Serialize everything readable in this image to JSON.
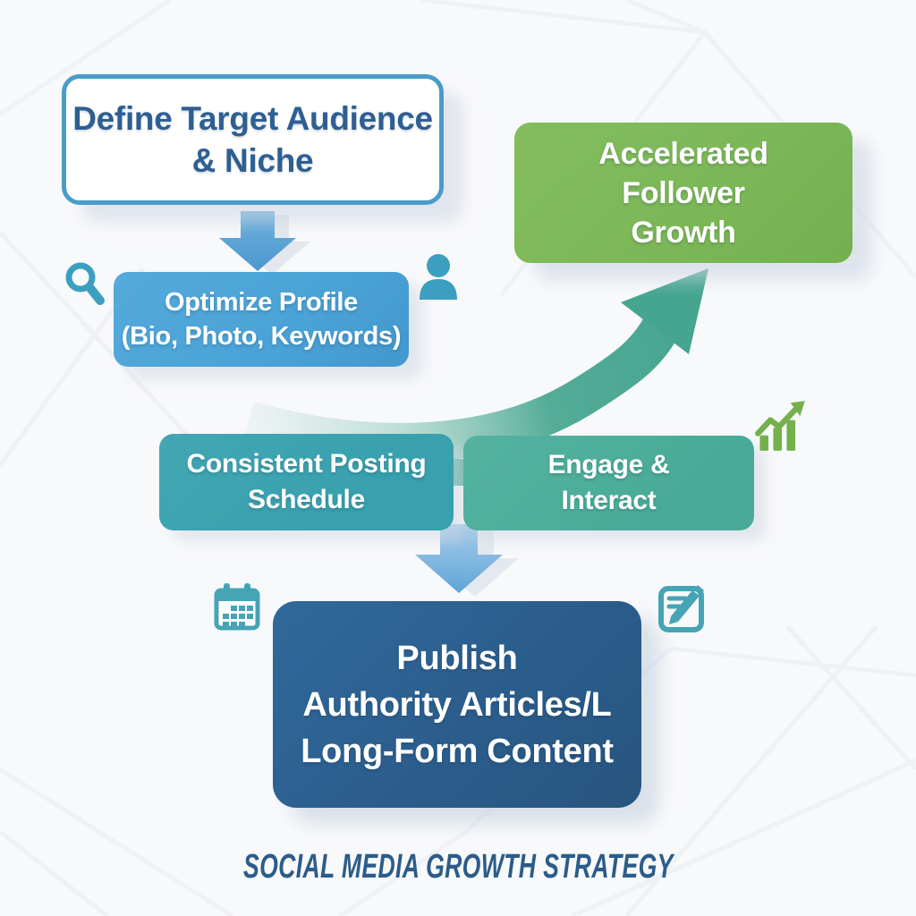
{
  "caption": "SOCIAL MEDIA GROWTH STRATEGY",
  "nodes": {
    "define": {
      "lines": [
        "Define Target Audience",
        "& Niche"
      ]
    },
    "optimize": {
      "lines": [
        "Optimize Profile",
        "(Bio, Photo, Keywords)"
      ]
    },
    "growth": {
      "lines": [
        "Accelerated",
        "Follower",
        "Growth"
      ]
    },
    "posting": {
      "lines": [
        "Consistent Posting",
        "Schedule"
      ]
    },
    "engage": {
      "lines": [
        "Engage &",
        "Interact"
      ]
    },
    "publish": {
      "lines": [
        "Publish",
        "Authority Articles/L",
        "Long-Form Content"
      ]
    }
  },
  "icons": {
    "search": "search-icon",
    "user": "user-icon",
    "growth_chart": "growth-chart-icon",
    "calendar": "calendar-icon",
    "edit": "edit-note-icon"
  },
  "colors": {
    "background": "#f8f9fb",
    "outline-box-border": "#4a9cc9",
    "headline-text": "#2e5f93",
    "box-blue": "#4aa2d6",
    "box-teal": "#38a0ae",
    "box-teal-green": "#49ab97",
    "box-green": "#7cb757",
    "box-dark-blue": "#2b5d8c",
    "arrow-blue": "#57a3d4",
    "curve-teal": "#46a691",
    "icon-teal": "#45a4b5",
    "icon-blue": "#3d9fc0",
    "icon-green": "#74b14c",
    "caption-text": "#2b5c8a"
  }
}
